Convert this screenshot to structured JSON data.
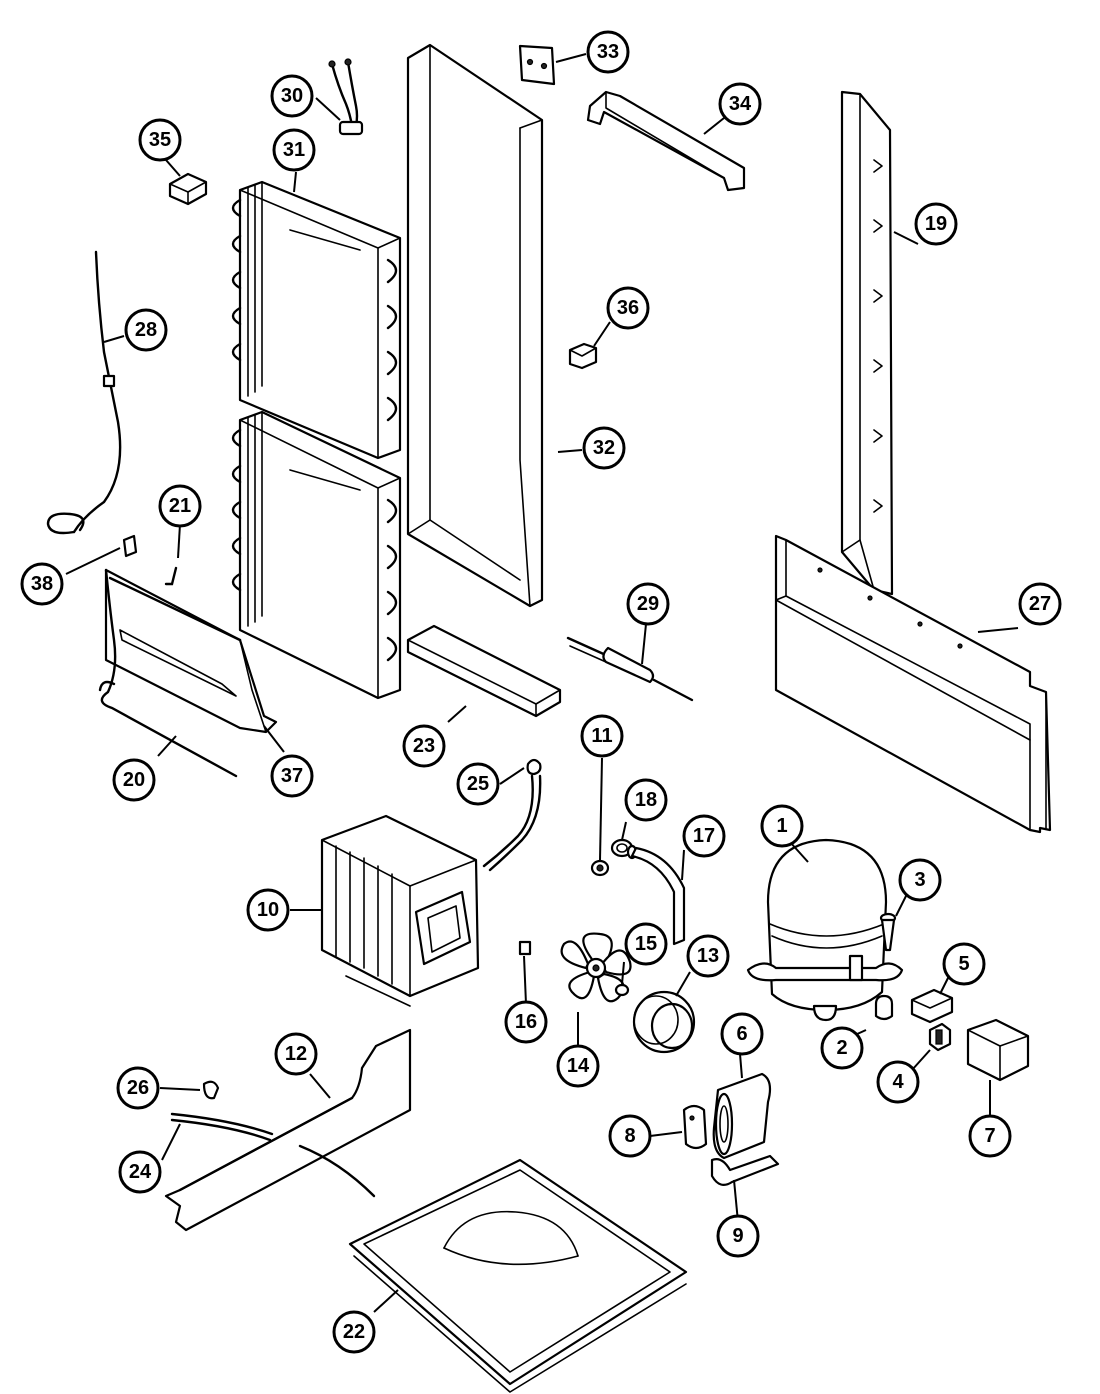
{
  "diagram": {
    "callouts": [
      {
        "label": "1"
      },
      {
        "label": "2"
      },
      {
        "label": "3"
      },
      {
        "label": "4"
      },
      {
        "label": "5"
      },
      {
        "label": "6"
      },
      {
        "label": "7"
      },
      {
        "label": "8"
      },
      {
        "label": "9"
      },
      {
        "label": "10"
      },
      {
        "label": "11"
      },
      {
        "label": "12"
      },
      {
        "label": "13"
      },
      {
        "label": "14"
      },
      {
        "label": "15"
      },
      {
        "label": "16"
      },
      {
        "label": "17"
      },
      {
        "label": "18"
      },
      {
        "label": "19"
      },
      {
        "label": "20"
      },
      {
        "label": "21"
      },
      {
        "label": "22"
      },
      {
        "label": "23"
      },
      {
        "label": "24"
      },
      {
        "label": "25"
      },
      {
        "label": "26"
      },
      {
        "label": "27"
      },
      {
        "label": "28"
      },
      {
        "label": "29"
      },
      {
        "label": "30"
      },
      {
        "label": "31"
      },
      {
        "label": "32"
      },
      {
        "label": "33"
      },
      {
        "label": "34"
      },
      {
        "label": "35"
      },
      {
        "label": "36"
      },
      {
        "label": "37"
      },
      {
        "label": "38"
      }
    ]
  }
}
